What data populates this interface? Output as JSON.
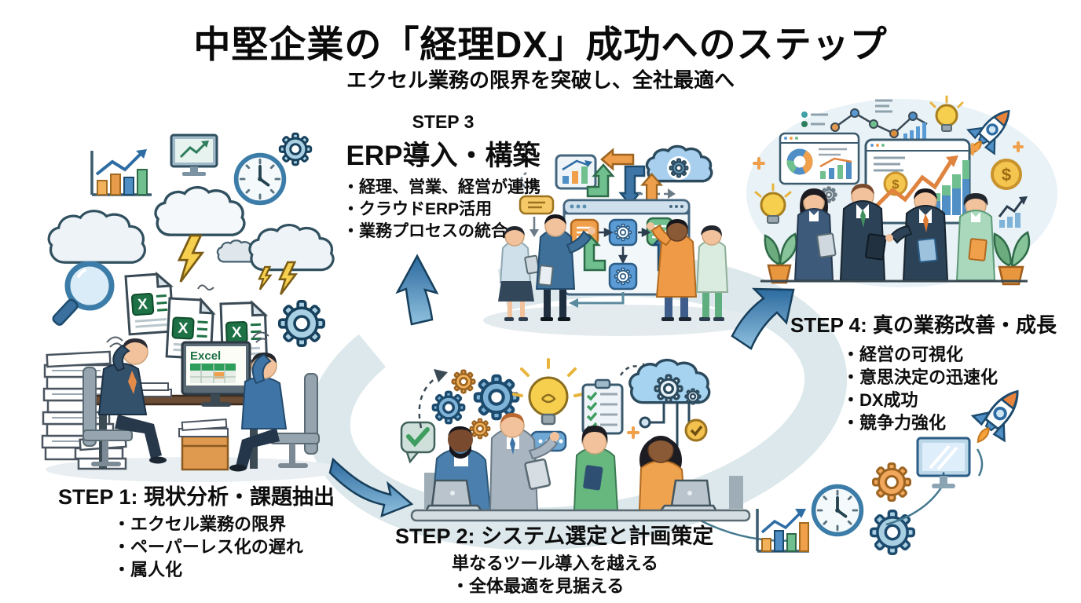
{
  "header": {
    "title": "中堅企業の「経理DX」成功へのステップ",
    "subtitle": "エクセル業務の限界を突破し、全社最適へ"
  },
  "step1": {
    "label": "STEP 1:",
    "title": "現状分析・課題抽出",
    "bullets": [
      "・エクセル業務の限界",
      "・ペーパーレス化の遅れ",
      "・属人化"
    ]
  },
  "step2": {
    "label": "STEP 2:",
    "title": "システム選定と計画策定",
    "subline": "単なるツール導入を越える",
    "bullets": [
      "・全体最適を見据える"
    ]
  },
  "step3": {
    "label": "STEP 3",
    "title": "ERP導入・構築",
    "bullets": [
      "・経理、営業、経営が連携",
      "・クラウドERP活用",
      "・業務プロセスの統合"
    ]
  },
  "step4": {
    "label": "STEP 4:",
    "title": "真の業務改善・成長",
    "bullets": [
      "・経営の可視化",
      "・意思決定の迅速化",
      "・DX成功",
      "・競争力強化"
    ]
  },
  "icons": {
    "excel_label": "Excel",
    "excel_x": "X",
    "dollar": "$"
  },
  "colors": {
    "arrow_blue": "#3f7cb0",
    "swirl": "#dce8eb",
    "gear_blue": "#a9cfe2",
    "accent_orange": "#ef9f4b",
    "accent_green": "#6fbf8f",
    "accent_yellow": "#f7d04f",
    "excel_green": "#1e7145",
    "text": "#111111",
    "background": "#ffffff"
  }
}
